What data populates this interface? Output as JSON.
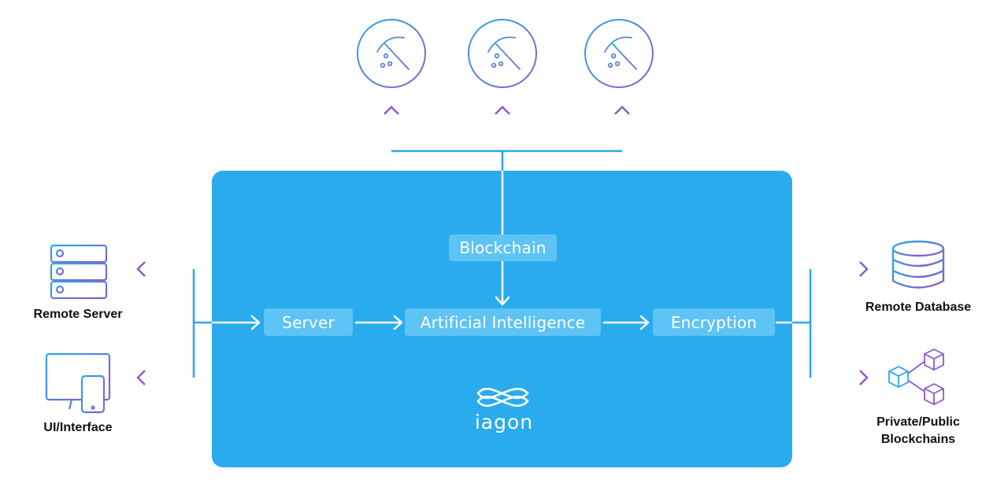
{
  "diagram": {
    "stages": {
      "server": "Server",
      "ai": "Artificial Intelligence",
      "encryption": "Encryption",
      "blockchain": "Blockchain"
    },
    "left_nodes": {
      "remote_server": "Remote Server",
      "ui_interface": "UI/Interface"
    },
    "right_nodes": {
      "remote_database": "Remote Database",
      "blockchains_line1": "Private/Public",
      "blockchains_line2": "Blockchains"
    },
    "brand": "iagon",
    "icons": [
      "server-rack-icon",
      "monitor-phone-icon",
      "database-icon",
      "blockchain-cubes-icon",
      "pickaxe-mining-icon",
      "iagon-logo-icon"
    ],
    "colors": {
      "panel": "#2aabee",
      "stage_box": "#5ec3f5",
      "connector_blue": "#2aa7e8",
      "connector_purple": "#8b5cc8",
      "text_dark": "#111111"
    }
  }
}
